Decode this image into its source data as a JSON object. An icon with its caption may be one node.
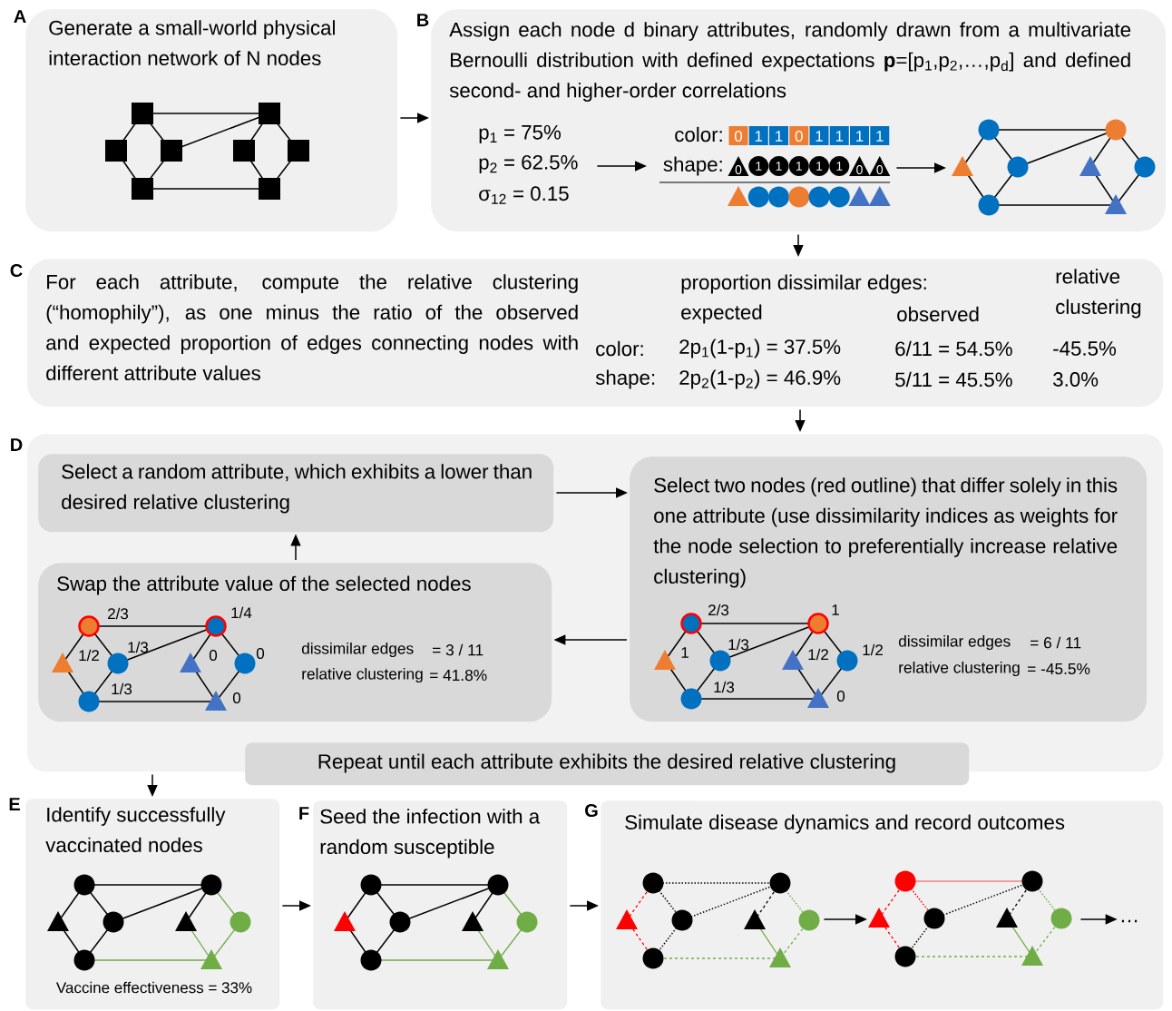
{
  "diagram": {
    "nodes": [
      {
        "text": [
          "Generate a small-world physical interaction network of N nodes"
        ],
        "beside": [
          "A"
        ]
      },
      {
        "text": [
          "Assign each node d binary attributes, randomly drawn from a multivariate Bernoulli distribution with defined expectations **p**=[p$_{1}$,p$_{2}$,…,p$_{d}$] and defined second- and higher-order correlations"
        ],
        "beside": [
          "B"
        ]
      },
      {
        "text": [
          "p$_{1}$ = 75%",
          "p$_{2}$ = 62.5%",
          "σ$_{12}$ = 0.15"
        ],
        "in": 1
      },
      {
        "text": [
          "color:",
          "shape:"
        ],
        "in": 1
      },
      {
        "text": [],
        "shape": "picture",
        "in": 1
      },
      {
        "text": [
          "For each attribute, compute the relative clustering (“homophily”), as one minus the ratio of the observed and expected proportion of edges connecting nodes with different attribute values",
          "proportion dissimilar edges:",
          "expected",
          "observed",
          "relative clustering",
          "color:",
          "2p$_{1}$(1-p$_{1}$) = 37.5%",
          "6/11 = 54.5%",
          "-45.5%",
          "shape:",
          "2p$_{2}$(1-p$_{2}$) = 46.9%",
          "5/11 = 45.5%",
          "3.0%"
        ],
        "beside": [
          "C"
        ]
      },
      {
        "text": [],
        "shape": "box",
        "beside": [
          "D"
        ]
      },
      {
        "text": [
          "Select a random attribute, which exhibits a lower than desired relative clustering"
        ],
        "in": 6
      },
      {
        "text": [
          "Select two nodes (red outline) that differ solely in this one attribute (use dissimilarity indices as weights for the node selection to preferentially increase relative clustering)",
          "dissimilar edges",
          "= 6 / 11",
          "relative clustering",
          "= -45.5%",
          "2/3",
          "1",
          "1",
          "1/3",
          "1/2",
          "1/2",
          "1/3",
          "0"
        ],
        "in": 6
      },
      {
        "text": [
          "Swap the attribute value of the selected nodes",
          "dissimilar edges",
          "= 3 / 11",
          "relative clustering",
          "= 41.8%",
          "2/3",
          "1/4",
          "1/2",
          "1/3",
          "0",
          "0",
          "1/3",
          "0"
        ],
        "in": 6
      },
      {
        "text": [
          "Repeat until each attribute exhibits the desired relative clustering"
        ]
      },
      {
        "text": [
          "Identify successfully vaccinated nodes",
          "Vaccine effectiveness = 33%"
        ],
        "beside": [
          "E"
        ]
      },
      {
        "text": [
          "Seed the infection with a random susceptible"
        ],
        "beside": [
          "F"
        ]
      },
      {
        "text": [
          "Simulate disease dynamics and record outcomes"
        ],
        "beside": [
          "G"
        ]
      },
      {
        "text": [],
        "shape": "picture",
        "in": 13
      },
      {
        "text": [],
        "shape": "picture",
        "in": 13
      },
      {
        "text": [
          "…"
        ],
        "in": 13
      }
    ],
    "edges": [
      {
        "from": 0,
        "to": 1,
        "arrow": "to"
      },
      {
        "from": 2,
        "to": 3,
        "arrow": "to"
      },
      {
        "from": 3,
        "to": 4,
        "arrow": "to"
      },
      {
        "from": 1,
        "to": 5,
        "arrow": "to"
      },
      {
        "from": 5,
        "to": 6,
        "arrow": "to"
      },
      {
        "from": 7,
        "to": 8,
        "arrow": "to"
      },
      {
        "from": 8,
        "to": 9,
        "arrow": "to"
      },
      {
        "from": 9,
        "to": 7,
        "arrow": "to"
      },
      {
        "from": 6,
        "to": 11,
        "arrow": "to"
      },
      {
        "from": 11,
        "to": 12,
        "arrow": "to"
      },
      {
        "from": 12,
        "to": 13,
        "arrow": "to"
      },
      {
        "from": 14,
        "to": 15,
        "arrow": "to"
      },
      {
        "from": 15,
        "to": 16,
        "arrow": "to"
      }
    ],
    "labels": [
      "0",
      "1",
      "1",
      "0",
      "1",
      "1",
      "1",
      "1",
      "0",
      "1",
      "1",
      "1",
      "1",
      "1",
      "0",
      "0"
    ]
  }
}
